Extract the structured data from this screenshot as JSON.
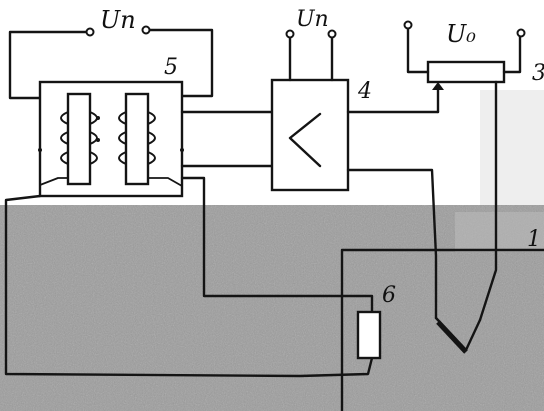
{
  "labels": {
    "supply_top": "Uп",
    "supply_amp": "Uп",
    "u_out": "U₀",
    "n1": "1",
    "n3": "3",
    "n4": "4",
    "n5": "5",
    "n6": "6"
  },
  "colors": {
    "ink": "#141414",
    "medium": "#9a9a9a",
    "medium_dark": "#7c7c7c",
    "paper": "#ffffff"
  }
}
